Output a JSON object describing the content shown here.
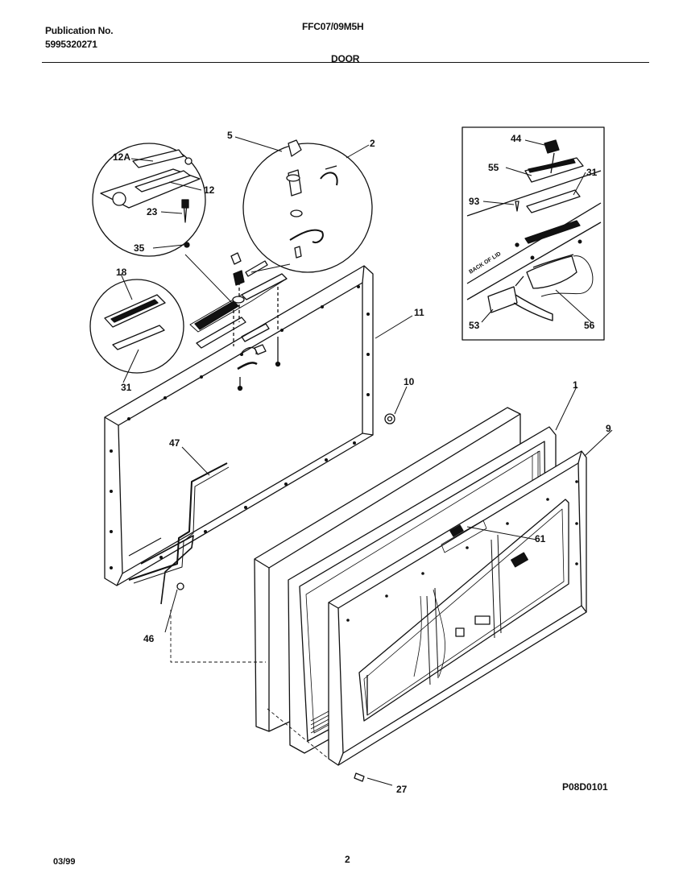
{
  "header": {
    "publication_label": "Publication No.",
    "publication_number": "5995320271",
    "model": "FFC07/09M5H",
    "section": "DOOR"
  },
  "callouts": [
    "5",
    "2",
    "12A",
    "12",
    "23",
    "35",
    "18",
    "31",
    "11",
    "10",
    "47",
    "46",
    "1",
    "9",
    "61",
    "27",
    "44",
    "55",
    "31",
    "93",
    "53",
    "56"
  ],
  "inset_text": "BACK OF LID",
  "drawing_id": "P08D0101",
  "footer": {
    "date": "03/99",
    "page": "2"
  }
}
